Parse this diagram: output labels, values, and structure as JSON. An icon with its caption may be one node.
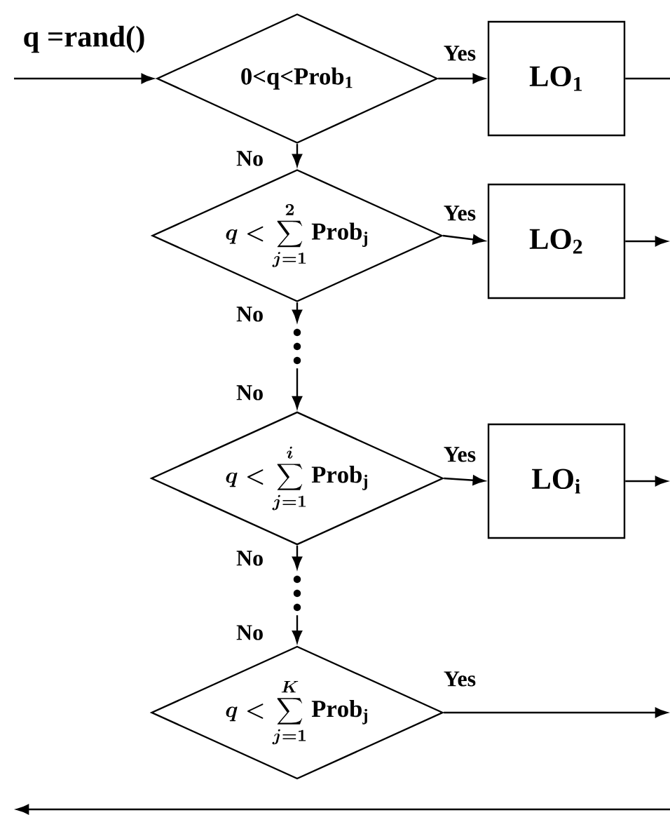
{
  "diagram": {
    "nodes": [
      {
        "text": [
          "0<q<Prob$_{1}$"
        ]
      },
      {
        "text": [
          "LO$_{1}$"
        ]
      },
      {
        "text": [
          "q<\\sum_{j=1}^{2}\\mathrm{Prob}_{\\mathrm{j}}"
        ]
      },
      {
        "text": [
          "LO$_{2}$"
        ]
      },
      {
        "text": [],
        "shape": "dots"
      },
      {
        "text": [
          "q<\\sum_{j=1}^{i}\\mathrm{Prob}_{\\mathrm{j}}"
        ]
      },
      {
        "text": [
          "LO$_{i}$"
        ]
      },
      {
        "text": [],
        "shape": "dots"
      },
      {
        "text": [
          "q<\\sum_{j=1}^{K}\\mathrm{Prob}_{\\mathrm{j}}"
        ]
      }
    ],
    "edges": [
      {
        "from": null,
        "to": 0,
        "arrow": "to",
        "label": "q =rand()"
      },
      {
        "from": 0,
        "to": 1,
        "arrow": "to",
        "label": "Yes"
      },
      {
        "from": 1,
        "to": null,
        "arrow": "none"
      },
      {
        "from": 0,
        "to": 2,
        "arrow": "to",
        "label": "No"
      },
      {
        "from": 2,
        "to": 3,
        "arrow": "to",
        "label": "Yes"
      },
      {
        "from": 3,
        "to": null,
        "arrow": "to"
      },
      {
        "from": 2,
        "to": 4,
        "arrow": "to",
        "label": "No"
      },
      {
        "from": 4,
        "to": 5,
        "arrow": "to",
        "label": "No"
      },
      {
        "from": 5,
        "to": 6,
        "arrow": "to",
        "label": "Yes"
      },
      {
        "from": 6,
        "to": null,
        "arrow": "to"
      },
      {
        "from": 5,
        "to": 7,
        "arrow": "to",
        "label": "No"
      },
      {
        "from": 7,
        "to": 8,
        "arrow": "to",
        "label": "No"
      },
      {
        "from": 8,
        "to": null,
        "arrow": "to",
        "label": "Yes"
      }
    ]
  }
}
